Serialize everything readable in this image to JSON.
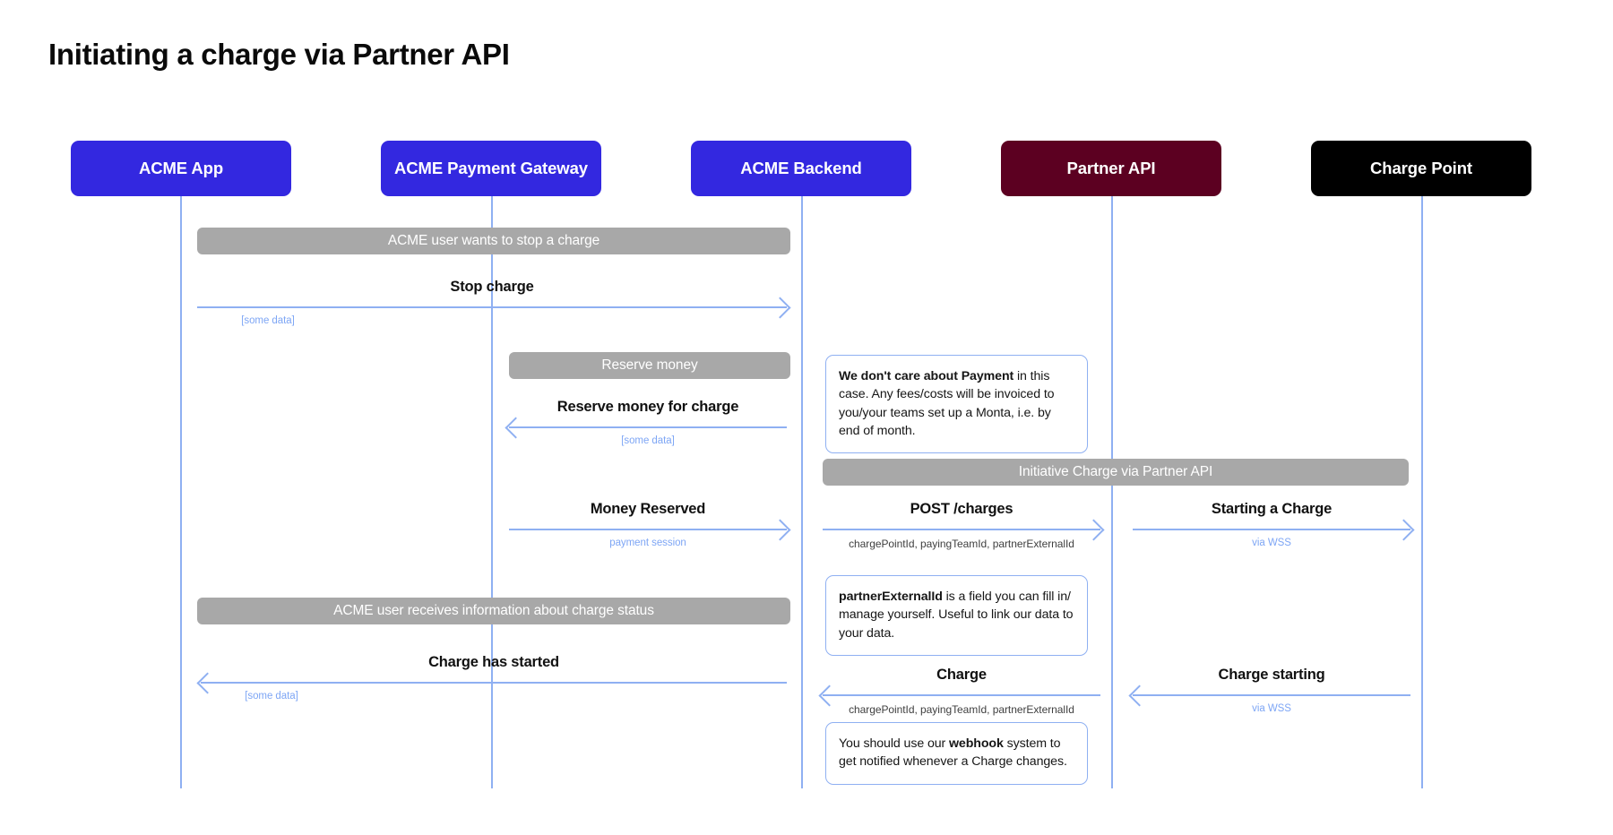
{
  "title": "Initiating a charge via Partner API",
  "colors": {
    "acme_blue": "#3328E0",
    "partner_maroon": "#5C0021",
    "charge_point_black": "#000000",
    "lifeline_blue": "#8fb0f2",
    "phase_gray": "#a8a8a8",
    "sub_blue": "#7ea6f5"
  },
  "participants": [
    {
      "id": "acme-app",
      "label": "ACME App",
      "color": "#3328E0"
    },
    {
      "id": "acme-payment-gw",
      "label": "ACME Payment Gateway",
      "color": "#3328E0"
    },
    {
      "id": "acme-backend",
      "label": "ACME Backend",
      "color": "#3328E0"
    },
    {
      "id": "partner-api",
      "label": "Partner API",
      "color": "#5C0021"
    },
    {
      "id": "charge-point",
      "label": "Charge Point",
      "color": "#000000"
    }
  ],
  "phases": [
    {
      "id": "phase-stop-charge",
      "label": "ACME user wants to stop a charge"
    },
    {
      "id": "phase-reserve-money",
      "label": "Reserve money"
    },
    {
      "id": "phase-initiative",
      "label": "Initiative Charge via Partner API"
    },
    {
      "id": "phase-charge-status",
      "label": "ACME user receives information about charge status"
    }
  ],
  "messages": [
    {
      "id": "msg-stop-charge",
      "label": "Stop charge",
      "sub": "[some data]",
      "sub_style": "blue",
      "direction": "right"
    },
    {
      "id": "msg-reserve-money",
      "label": "Reserve money for charge",
      "sub": "[some data]",
      "sub_style": "blue",
      "direction": "left"
    },
    {
      "id": "msg-money-reserved",
      "label": "Money Reserved",
      "sub": "payment session",
      "sub_style": "blue",
      "direction": "right"
    },
    {
      "id": "msg-post-charges",
      "label": "POST /charges",
      "sub": "chargePointId, payingTeamId, partnerExternalId",
      "sub_style": "gray",
      "direction": "right"
    },
    {
      "id": "msg-starting-a-charge",
      "label": "Starting a Charge",
      "sub": "via WSS",
      "sub_style": "blue",
      "direction": "right"
    },
    {
      "id": "msg-charge-has-started",
      "label": "Charge has started",
      "sub": "[some data]",
      "sub_style": "blue",
      "direction": "left"
    },
    {
      "id": "msg-charge",
      "label": "Charge",
      "sub": "chargePointId, payingTeamId, partnerExternalId",
      "sub_style": "gray",
      "direction": "left"
    },
    {
      "id": "msg-charge-starting",
      "label": "Charge starting",
      "sub": "via WSS",
      "sub_style": "blue",
      "direction": "left"
    }
  ],
  "notes": [
    {
      "id": "note-payment",
      "lead": "We don't care about Payment",
      "rest": " in this case. Any fees/costs will be invoiced to you/your teams set up a Monta, i.e. by end of month."
    },
    {
      "id": "note-partner-external-id",
      "lead": "partnerExternalId",
      "rest": " is a field you can fill in/ manage yourself. Useful to link our data to your data."
    },
    {
      "id": "note-webhook",
      "pre": "You should use our ",
      "lead": "webhook",
      "rest": " system to get notified whenever a Charge changes."
    }
  ]
}
